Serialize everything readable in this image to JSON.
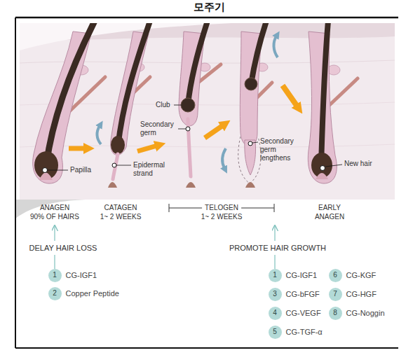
{
  "diagram": {
    "title": "모주기",
    "nodes": [
      {
        "text": [
          "1",
          "CG-IGF1"
        ]
      },
      {
        "text": [
          "2",
          "Copper Peptide"
        ]
      },
      {
        "text": [
          "1",
          "CG-IGF1"
        ]
      },
      {
        "text": [
          "3",
          "CG-bFGF"
        ]
      },
      {
        "text": [
          "4",
          "CG-VEGF"
        ]
      },
      {
        "text": [
          "5",
          "CG-TGF-α"
        ]
      },
      {
        "text": [
          "6",
          "CG-KGF"
        ]
      },
      {
        "text": [
          "7",
          "CG-HGF"
        ]
      },
      {
        "text": [
          "8",
          "CG-Noggin"
        ]
      }
    ],
    "labels": [
      "Papilla",
      "Epidermal strand",
      "Club",
      "Secondary germ",
      "Secondary germ lengthens",
      "New hair",
      "ANAGEN",
      "90% OF HAIRS",
      "CATAGEN",
      "1~ 2 WEEKS",
      "TELOGEN",
      "1~ 2 WEEKS",
      "EARLY",
      "ANAGEN",
      "DELAY HAIR LOSS",
      "PROMOTE HAIR GROWTH"
    ]
  }
}
